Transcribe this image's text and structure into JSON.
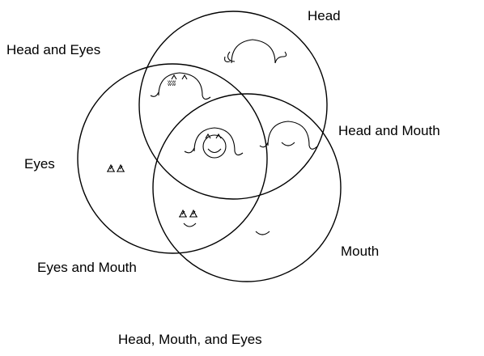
{
  "diagram": {
    "sets": [
      "Head",
      "Eyes",
      "Mouth"
    ],
    "labels": {
      "head": "Head",
      "head_and_eyes": "Head and Eyes",
      "head_and_mouth": "Head and Mouth",
      "eyes": "Eyes",
      "mouth": "Mouth",
      "eyes_and_mouth": "Eyes and Mouth",
      "head_mouth_and_eyes": "Head, Mouth, and Eyes"
    },
    "line_color": "#000000",
    "background_color": "#ffffff",
    "region_icons": [
      "head-icon",
      "head-with-eyes-icon",
      "head-with-mouth-icon",
      "face-icon",
      "eyes-icon",
      "eyes-and-mouth-icon",
      "mouth-icon"
    ]
  }
}
